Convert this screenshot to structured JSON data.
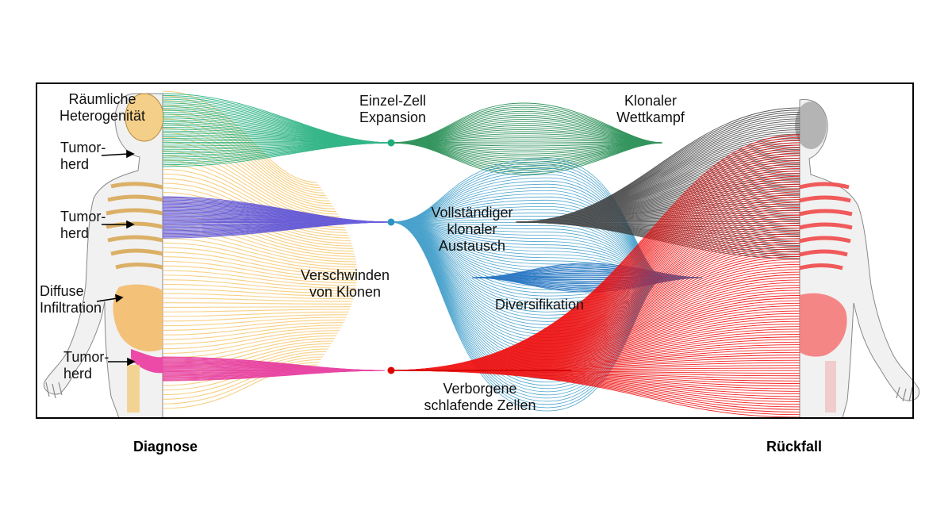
{
  "labels": {
    "spatial": [
      "Räumliche",
      "Heterogenität"
    ],
    "focus1": [
      "Tumor-",
      "herd"
    ],
    "focus2": [
      "Tumor-",
      "herd"
    ],
    "diffuse": [
      "Diffuse",
      "Infiltration"
    ],
    "focus3": [
      "Tumor-",
      "herd"
    ],
    "single_cell": [
      "Einzel-Zell",
      "Expansion"
    ],
    "loss": [
      "Verschwinden",
      "von Klonen"
    ],
    "competition": [
      "Klonaler",
      "Wettkampf"
    ],
    "sweep": [
      "Vollständiger",
      "klonaler",
      "Austausch"
    ],
    "diversification": "Diversifikation",
    "dormant": [
      "Verborgene",
      "schlafende Zellen"
    ]
  },
  "captions": {
    "diagnosis": "Diagnose",
    "relapse": "Rückfall"
  },
  "colors": {
    "yellow": "#f6c870",
    "green": "#1fae7c",
    "darkgreen": "#1f8a4e",
    "purple": "#5a4fd6",
    "blue": "#2c93c4",
    "darkblue": "#1f6fc0",
    "pink": "#e6359c",
    "red": "#f00a0a",
    "gray": "#3a3a3a",
    "skeleton_left": "#f3c27a",
    "skeleton_right": "#f04a4a"
  }
}
